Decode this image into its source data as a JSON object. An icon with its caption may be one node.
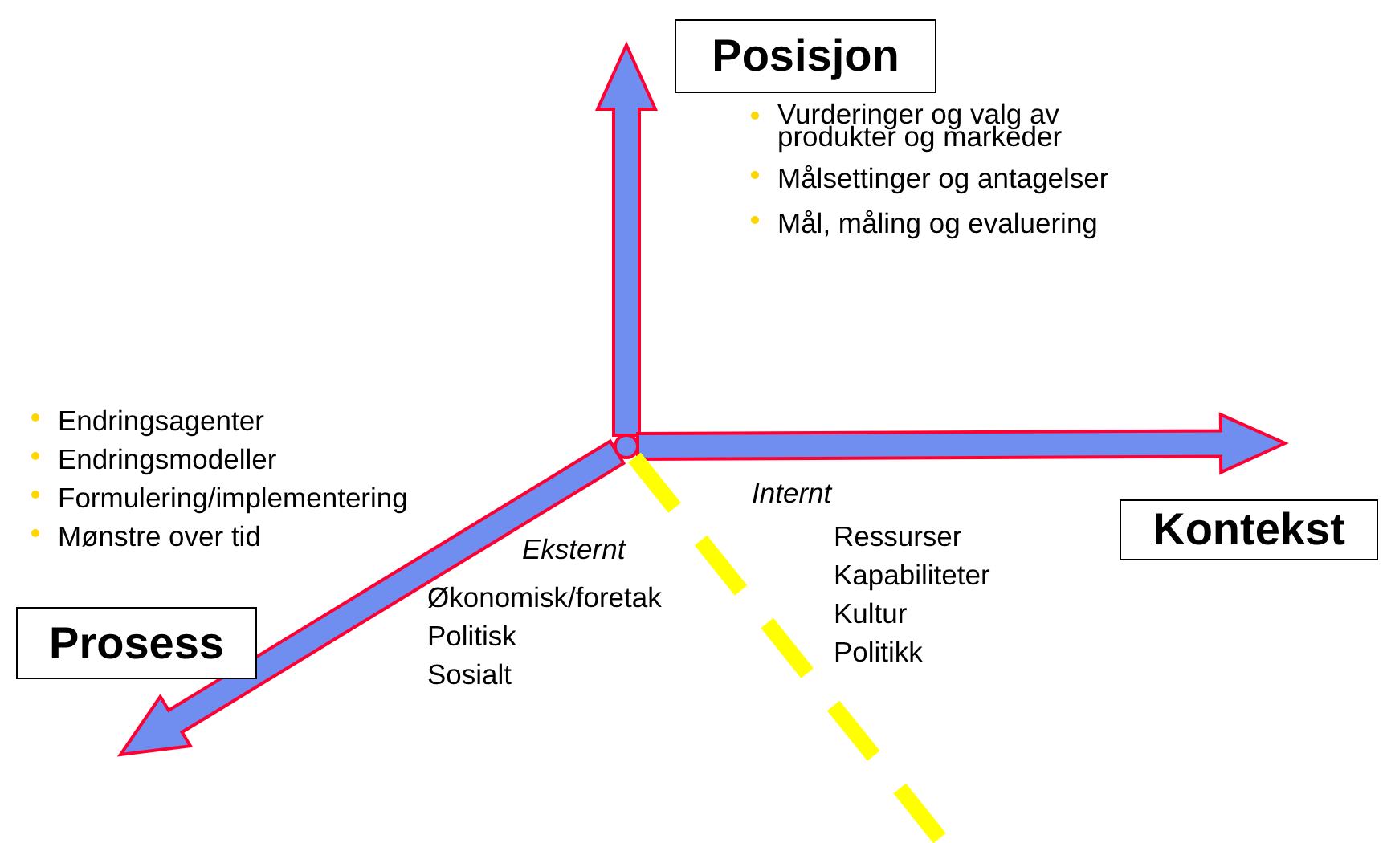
{
  "diagram": {
    "nodes": [
      {
        "text": [],
        "shape": "circle"
      },
      {
        "text": [
          "Posisjon"
        ]
      },
      {
        "text": [
          "Kontekst"
        ]
      },
      {
        "text": [
          "Prosess"
        ]
      }
    ],
    "edges": [
      {
        "from": 0,
        "to": 1,
        "arrow": "to",
        "style": "thick"
      },
      {
        "from": 0,
        "to": 2,
        "arrow": "to",
        "style": "thick"
      },
      {
        "from": 0,
        "to": 3,
        "arrow": "to",
        "style": "thick"
      },
      {
        "from": 0,
        "to": null,
        "arrow": "none",
        "style": "dashed",
        "color": "#ffff00"
      }
    ],
    "labels": [
      "Vurderinger og valg av produkter og markeder",
      "Målsettinger og antagelser",
      "Mål, måling og evaluering",
      "Endringsagenter",
      "Endringsmodeller",
      "Formulering/implementering",
      "Mønstre over tid",
      "Internt",
      "Ressurser",
      "Kapabiliteter",
      "Kultur",
      "Politikk",
      "Eksternt",
      "Økonomisk/foretak",
      "Politisk",
      "Sosialt"
    ]
  }
}
